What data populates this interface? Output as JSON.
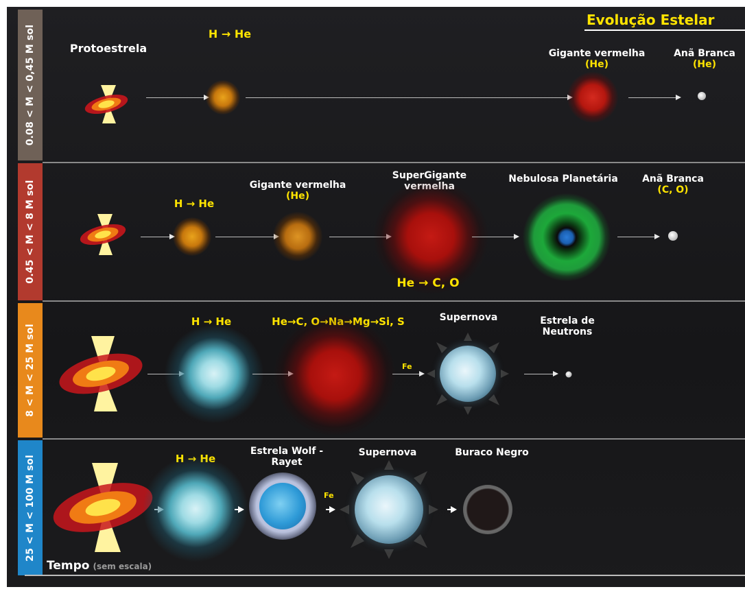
{
  "title": "Evolução Estelar",
  "time_axis": {
    "label": "Tempo",
    "note": "(sem escala)"
  },
  "rows": [
    {
      "range": "0.08 < M < 0,45 M sol",
      "color": "#6f6157",
      "protostar_label": "Protoestrela",
      "fusion": "H → He",
      "red_giant": {
        "name": "Gigante vermelha",
        "core": "(He)"
      },
      "white_dwarf": {
        "name": "Anã Branca",
        "core": "(He)"
      }
    },
    {
      "range": "0.45 < M < 8 M sol",
      "color": "#b23a2e",
      "fusion": "H → He",
      "red_giant": {
        "name": "Gigante vermelha",
        "core": "(He)"
      },
      "supergiant": "SuperGigante vermelha",
      "supergiant_fusion": "He → C, O",
      "nebula": "Nebulosa Planetária",
      "white_dwarf": {
        "name": "Anã Branca",
        "core": "(C, O)"
      }
    },
    {
      "range": "8 < M < 25 M sol",
      "color": "#e8891c",
      "fusion": "H → He",
      "chain": "He→C, O→Na→Mg→Si, S",
      "iron": "Fe",
      "supernova": "Supernova",
      "neutron_star": "Estrela de Neutrons"
    },
    {
      "range": "25 < M < 100 M sol",
      "color": "#1f86c9",
      "fusion": "H → He",
      "wolf_rayet": "Estrela Wolf - Rayet",
      "iron": "Fe",
      "supernova": "Supernova",
      "black_hole": "Buraco Negro"
    }
  ],
  "colors": {
    "title": "#ffe400",
    "fusion_text": "#ffe400",
    "background": "#1a1a1c"
  }
}
